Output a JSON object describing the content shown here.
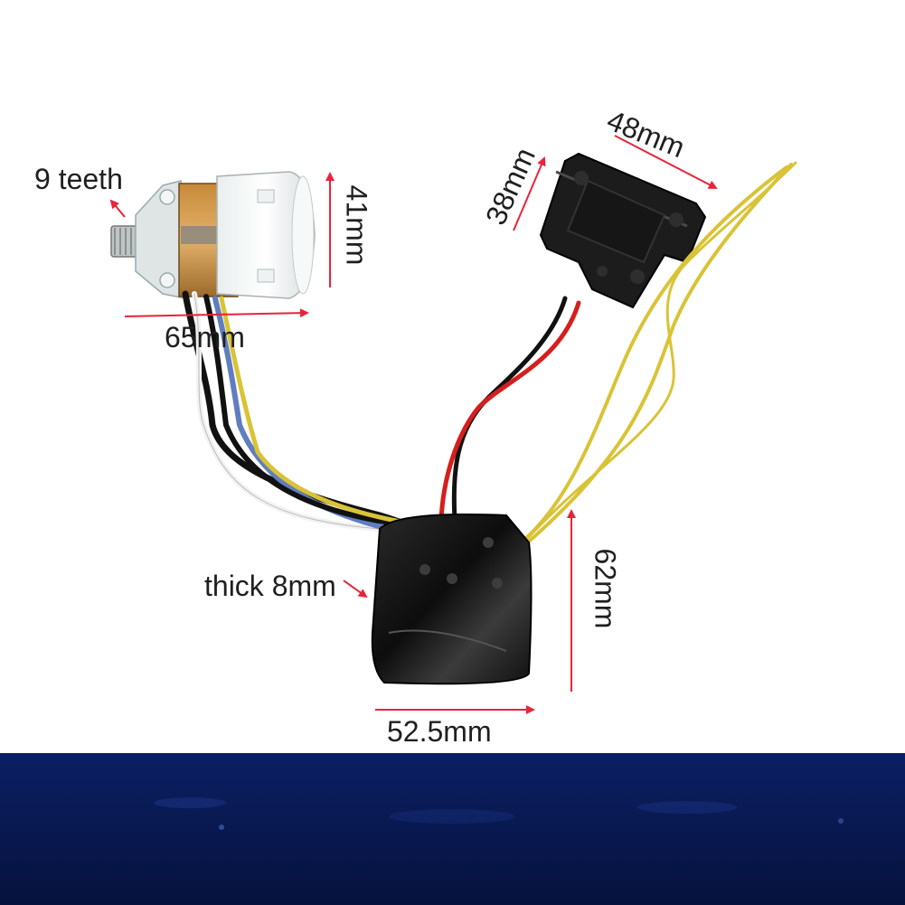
{
  "labels": {
    "teeth": "9 teeth",
    "motor_height": "41mm",
    "motor_length": "65mm",
    "switch_height": "38mm",
    "switch_width": "48mm",
    "board_thickness": "thick 8mm",
    "board_height": "62mm",
    "board_width": "52.5mm"
  },
  "colors": {
    "arrow": "#e8233a",
    "banner_top": "#0b1f63",
    "banner_bottom": "#06123d",
    "wire_red": "#d61e1e",
    "wire_black": "#111111",
    "wire_yellow": "#d9c336",
    "wire_blue": "#5f7ebf",
    "wire_white": "#f2f2f2"
  }
}
